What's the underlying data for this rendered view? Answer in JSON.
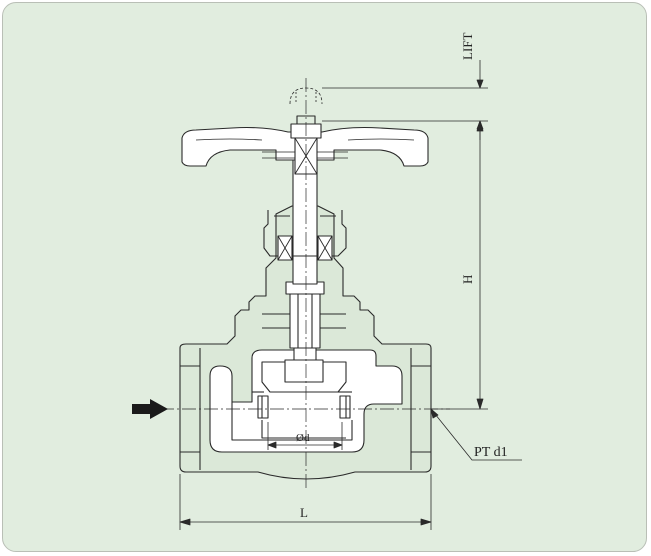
{
  "labels": {
    "lift": "LIFT",
    "height": "H",
    "length": "L",
    "diameter": "Ød",
    "thread": "PT d1"
  },
  "colors": {
    "background": "#e1eddf",
    "body_fill": "#dbe8d8",
    "line": "#2a2a2a",
    "border": "#b9bfb6"
  },
  "icons": {
    "flow_direction": "arrow-right-icon"
  }
}
